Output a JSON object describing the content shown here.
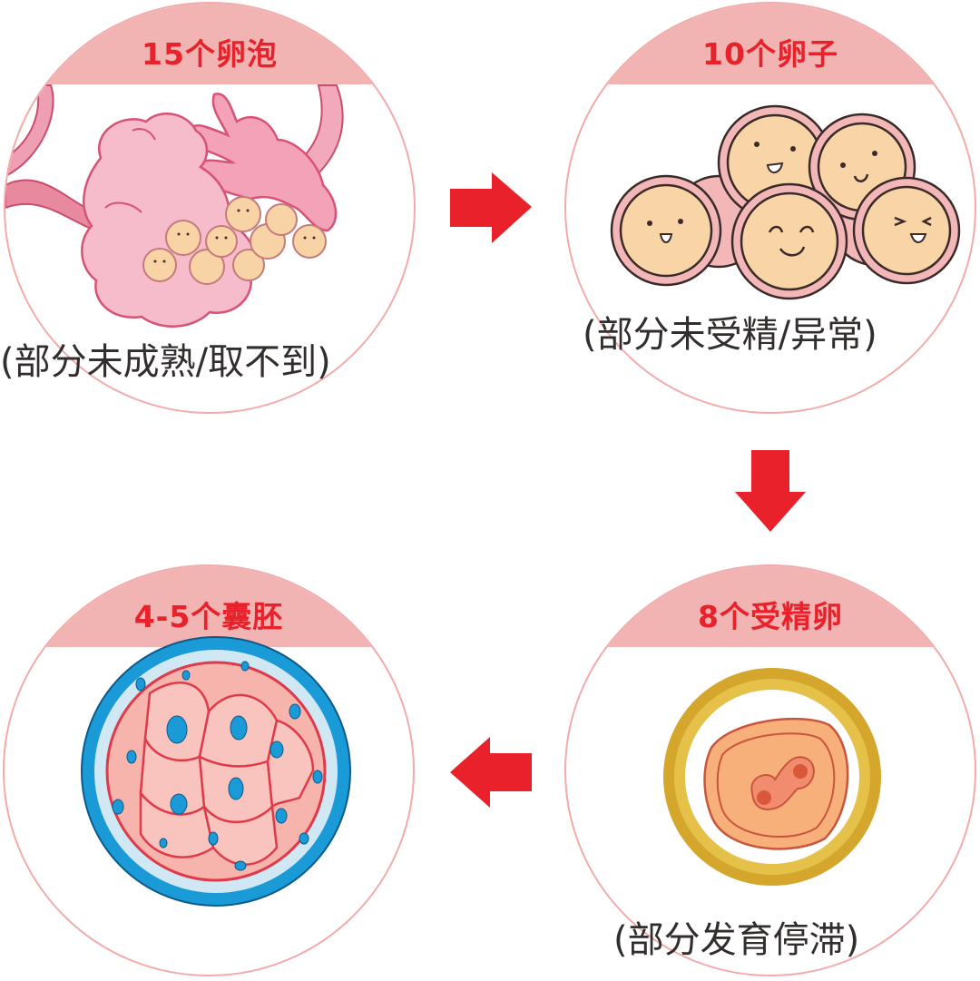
{
  "diagram": {
    "type": "ivf-attrition-flow",
    "colors": {
      "band": "#f2b3b3",
      "title_text": "#e8212b",
      "arrow": "#e8212b",
      "circle_outline": "#f2aaaa",
      "caption_text": "#332e2e"
    },
    "stages": [
      {
        "id": "follicles",
        "title": "15个卵泡",
        "caption": "(部分未成熟/取不到)",
        "illustration": "ovary-with-follicles-icon"
      },
      {
        "id": "eggs",
        "title": "10个卵子",
        "caption": "(部分未受精/异常)",
        "illustration": "smiling-eggs-icon"
      },
      {
        "id": "fertilized",
        "title": "8个受精卵",
        "caption": "(部分发育停滞)",
        "illustration": "two-cell-zygote-icon"
      },
      {
        "id": "blastocysts",
        "title": "4-5个囊胚",
        "caption": "",
        "illustration": "blastocyst-icon"
      }
    ],
    "arrows": [
      {
        "from": "follicles",
        "to": "eggs",
        "direction": "right"
      },
      {
        "from": "eggs",
        "to": "fertilized",
        "direction": "down"
      },
      {
        "from": "fertilized",
        "to": "blastocysts",
        "direction": "left"
      }
    ]
  }
}
